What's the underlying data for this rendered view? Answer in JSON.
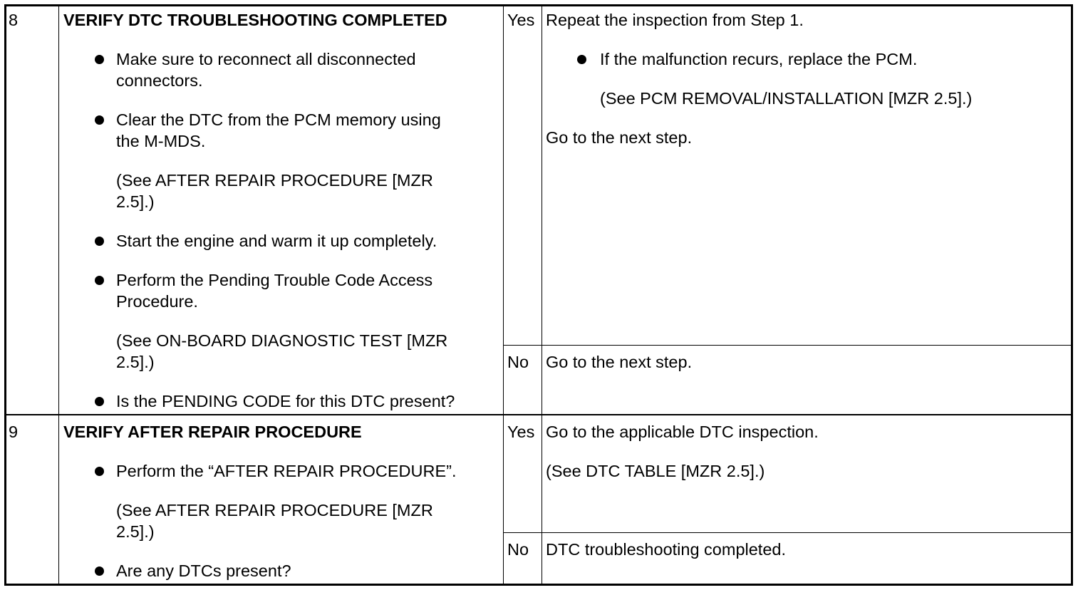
{
  "rows": [
    {
      "step": "8",
      "title": "VERIFY DTC TROUBLESHOOTING COMPLETED",
      "items": [
        {
          "line1": "Make sure to reconnect all disconnected",
          "line2": "connectors."
        },
        {
          "line1": "Clear the DTC from the PCM memory using",
          "line2": "the M-MDS."
        },
        {
          "note1": "(See AFTER REPAIR PROCEDURE [MZR",
          "note2": "2.5].)"
        },
        {
          "line1": "Start the engine and warm it up completely."
        },
        {
          "line1": "Perform the Pending Trouble Code Access",
          "line2": "Procedure."
        },
        {
          "note1": "(See ON-BOARD DIAGNOSTIC TEST [MZR",
          "note2": "2.5].)"
        },
        {
          "line1": "Is the PENDING CODE for this DTC present?"
        }
      ],
      "yes_label": "Yes",
      "yes_action": {
        "line1": "Repeat the inspection from Step 1.",
        "bullet": "If the malfunction recurs, replace the PCM.",
        "note": "(See PCM REMOVAL/INSTALLATION [MZR 2.5].)",
        "line2": "Go to the next step."
      },
      "no_label": "No",
      "no_action": "Go to the next step."
    },
    {
      "step": "9",
      "title": "VERIFY AFTER REPAIR PROCEDURE",
      "items": [
        {
          "line1": "Perform the “AFTER REPAIR PROCEDURE”."
        },
        {
          "note1": "(See AFTER REPAIR PROCEDURE [MZR",
          "note2": "2.5].)"
        },
        {
          "line1": "Are any DTCs present?"
        }
      ],
      "yes_label": "Yes",
      "yes_action": {
        "line1": "Go to the applicable DTC inspection.",
        "note": "(See DTC TABLE [MZR 2.5].)"
      },
      "no_label": "No",
      "no_action": "DTC troubleshooting completed."
    }
  ]
}
